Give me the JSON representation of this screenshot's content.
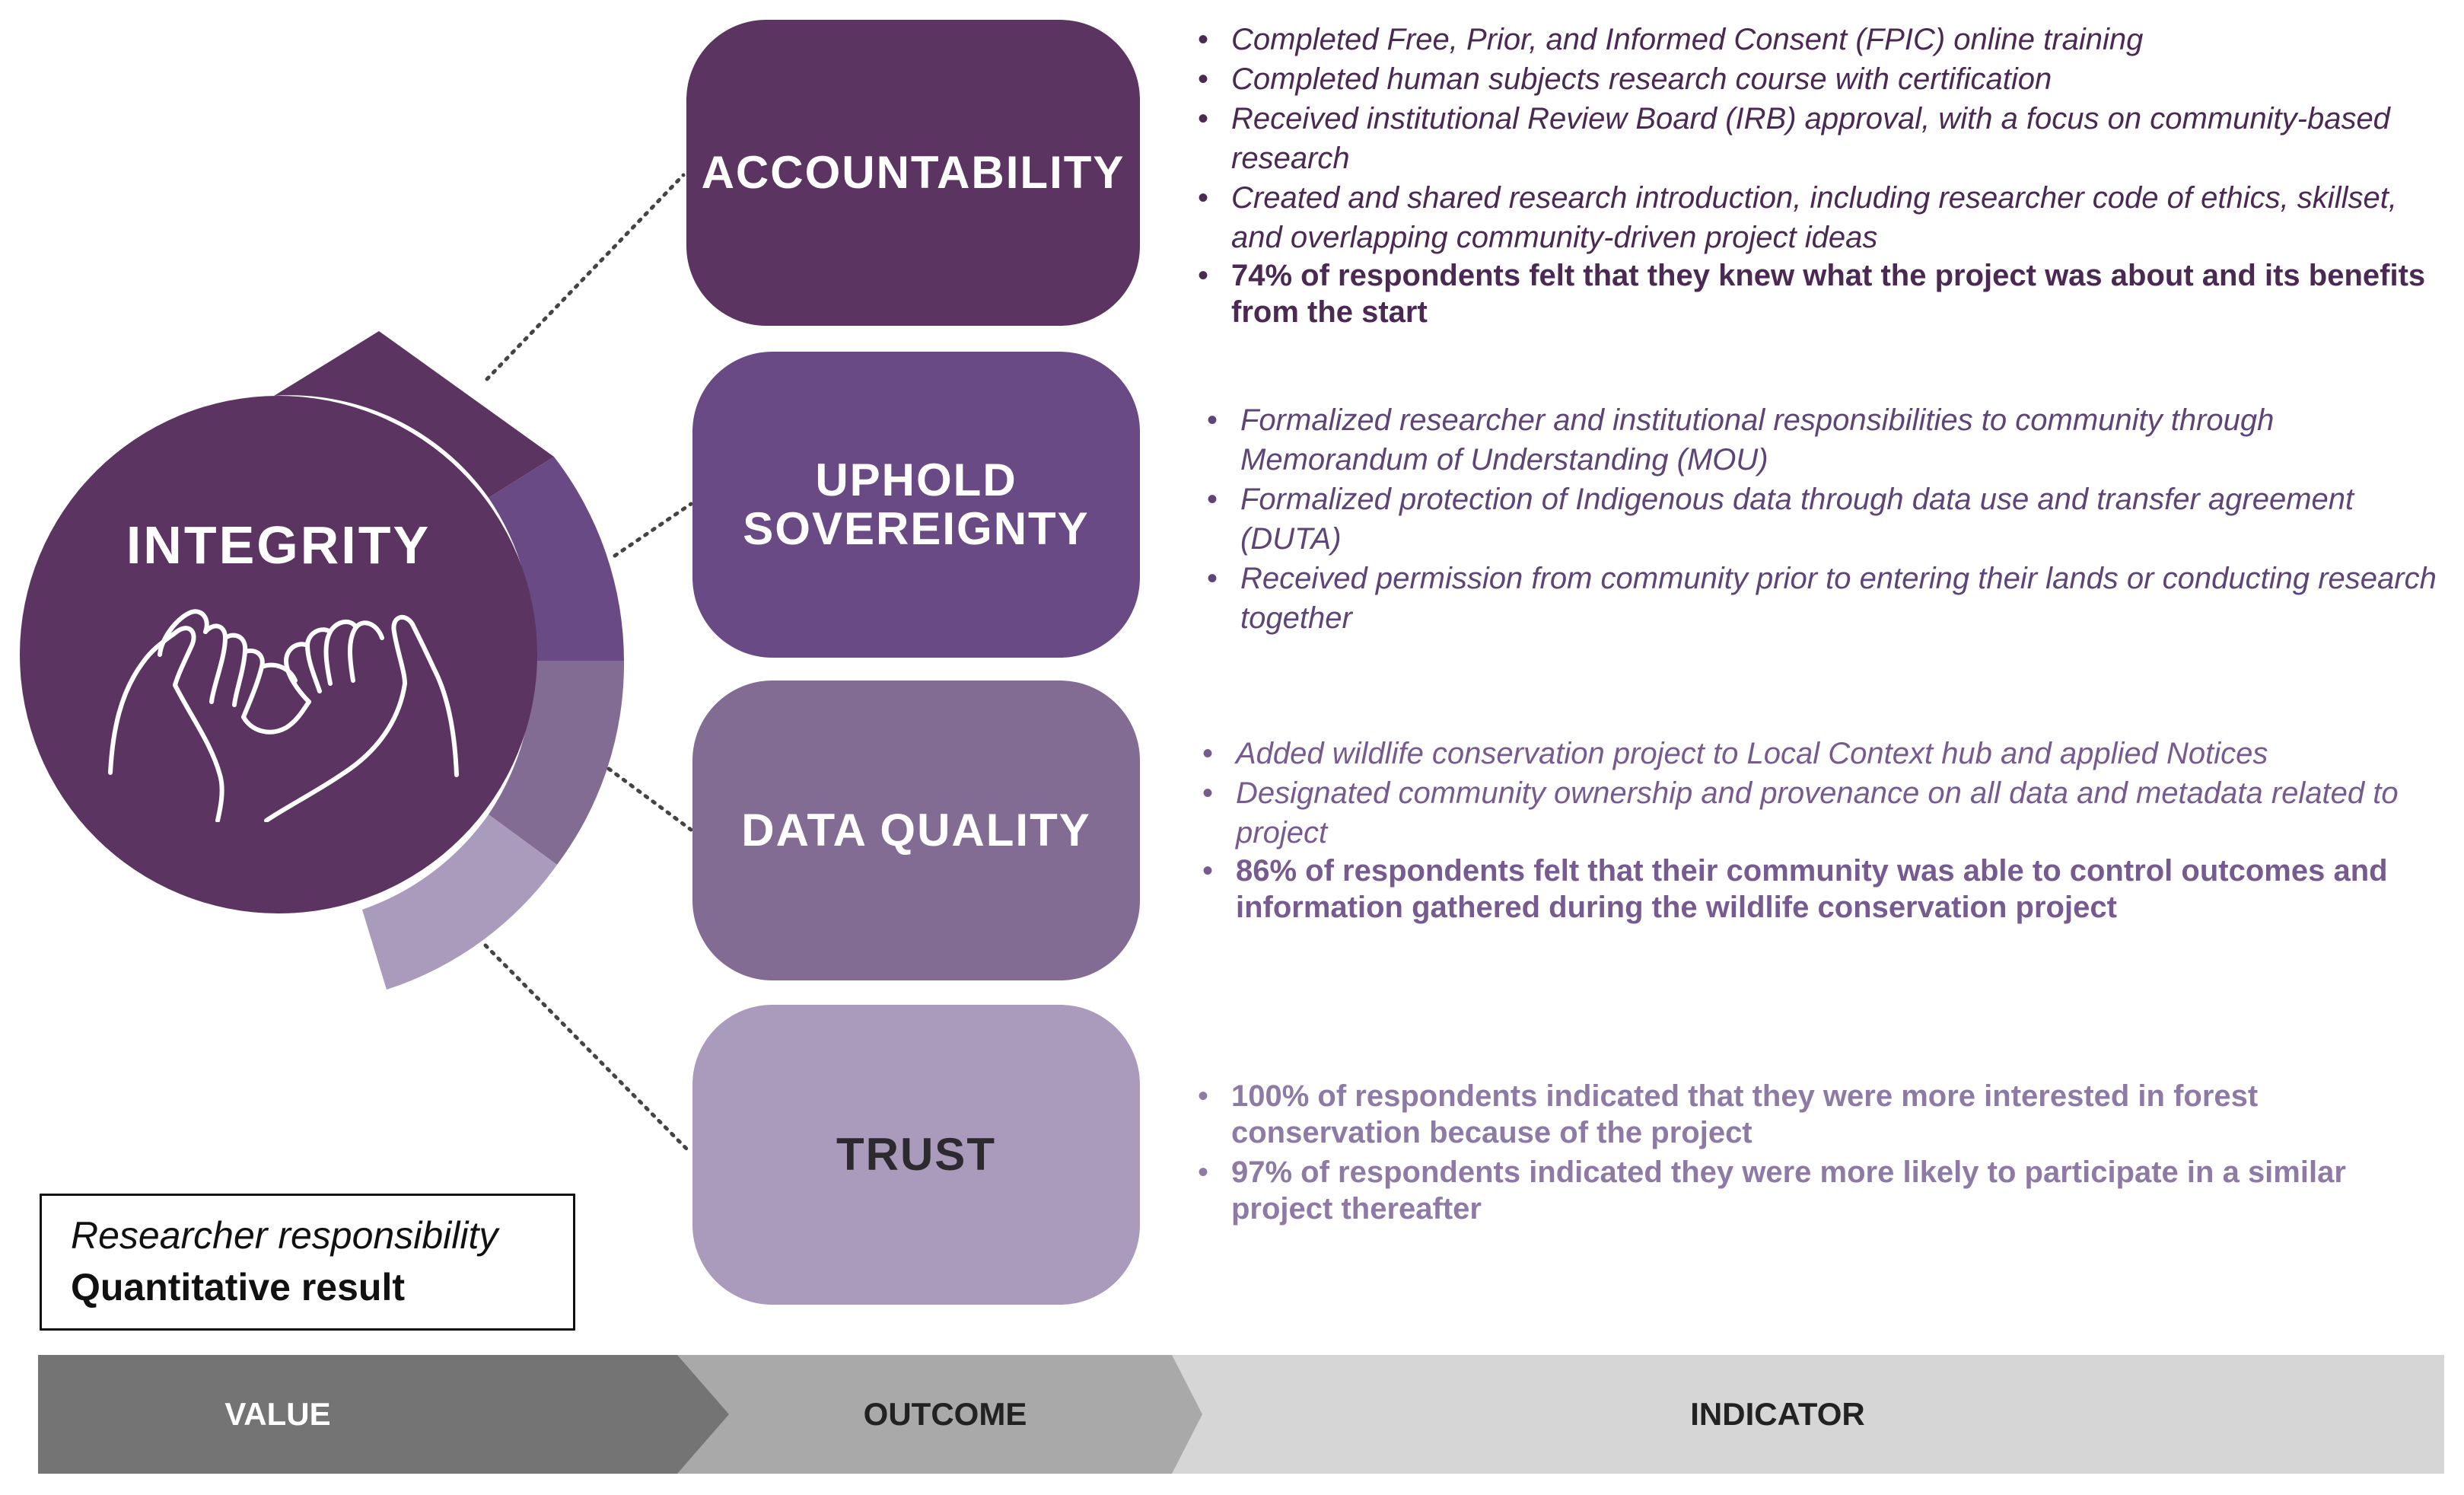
{
  "core_value": {
    "label": "INTEGRITY",
    "icon": "pinky-promise-hands-icon",
    "color": "#5b3461"
  },
  "outcomes": [
    {
      "key": "accountability",
      "label": "ACCOUNTABILITY",
      "color": "#5b3461",
      "text_color": "#ffffff"
    },
    {
      "key": "uphold-sovereignty",
      "label": "UPHOLD\nSOVEREIGNTY",
      "color": "#6a4a84",
      "text_color": "#ffffff"
    },
    {
      "key": "data-quality",
      "label": "DATA QUALITY",
      "color": "#836c93",
      "text_color": "#ffffff"
    },
    {
      "key": "trust",
      "label": "TRUST",
      "color": "#aa9abb",
      "text_color": "#2d2a2f"
    }
  ],
  "indicators": [
    {
      "text_color": "#4a2a52",
      "items": [
        {
          "kind": "responsibility",
          "text": "Completed Free, Prior, and Informed Consent (FPIC) online training"
        },
        {
          "kind": "responsibility",
          "text": "Completed human subjects research course with certification"
        },
        {
          "kind": "responsibility",
          "text": "Received institutional Review Board (IRB) approval, with a focus on community-based research"
        },
        {
          "kind": "responsibility",
          "text": "Created and shared research introduction, including researcher code of ethics, skillset, and overlapping community-driven project ideas"
        },
        {
          "kind": "quantitative",
          "text": "74% of respondents felt that they knew what the project was about and its benefits from the start"
        }
      ]
    },
    {
      "text_color": "#5d4577",
      "items": [
        {
          "kind": "responsibility",
          "text": "Formalized researcher and institutional responsibilities to community through Memorandum of Understanding (MOU)"
        },
        {
          "kind": "responsibility",
          "text": "Formalized protection of Indigenous data through data use and transfer agreement (DUTA)"
        },
        {
          "kind": "responsibility",
          "text": "Received permission from community prior to entering their lands or conducting research together"
        }
      ]
    },
    {
      "text_color": "#765b90",
      "items": [
        {
          "kind": "responsibility",
          "text": "Added wildlife conservation project to Local Context hub and applied Notices"
        },
        {
          "kind": "responsibility",
          "text": "Designated community ownership and provenance on all data and metadata related to project"
        },
        {
          "kind": "quantitative",
          "text": "86% of respondents felt that their community was able to control outcomes and information gathered during the wildlife conservation project"
        }
      ]
    },
    {
      "text_color": "#8e7ba5",
      "items": [
        {
          "kind": "quantitative",
          "text": "100% of respondents indicated that they were more interested in forest conservation because of the project"
        },
        {
          "kind": "quantitative",
          "text": "97% of respondents indicated they were more likely to participate in a similar project thereafter"
        }
      ]
    }
  ],
  "legend": {
    "responsibility_label": "Researcher responsibility",
    "quantitative_label": "Quantitative result"
  },
  "footer": {
    "value_label": "VALUE",
    "outcome_label": "OUTCOME",
    "indicator_label": "INDICATOR",
    "value_color": "#747474",
    "outcome_color": "#a9a9a9",
    "indicator_color": "#d6d6d6"
  }
}
